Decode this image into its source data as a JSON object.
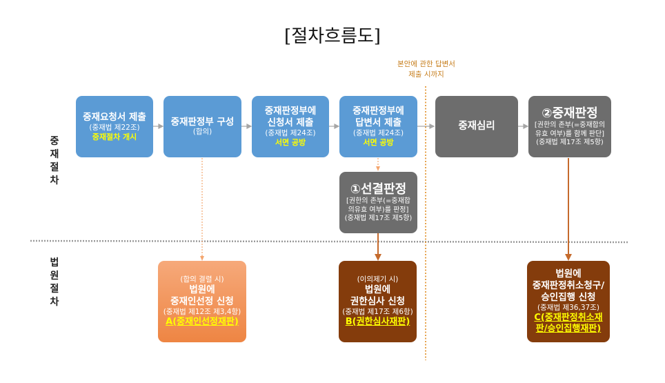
{
  "title": "[절차흐름도]",
  "side_labels": {
    "top": [
      "중",
      "재",
      "절",
      "차"
    ],
    "bottom": [
      "법",
      "원",
      "절",
      "차"
    ]
  },
  "note": [
    "본안에 관한 답변서",
    "제출 시까지"
  ],
  "boxes": {
    "request": {
      "title": "중재요청서 제출",
      "sub": "(중재법 제22조)",
      "yellow": "중재절차 개시"
    },
    "panel": {
      "title": "중재판정부 구성",
      "sub": "(합의)"
    },
    "app": {
      "line1": "중재판정부에",
      "line2": "신청서 제출",
      "sub": "(중재법 제24조)",
      "yellow": "서면 공방"
    },
    "answer": {
      "line1": "중재판정부에",
      "line2": "답변서 제출",
      "sub": "(중재법 제24조)",
      "yellow": "서면 공방"
    },
    "hearing": {
      "title": "중재심리"
    },
    "award": {
      "title": "②중재판정",
      "sub1": "[권한의 존부(=중재합의",
      "sub2": "유효 여부)를 함께 판단]",
      "sub3": "(중재법 제17조 제5항)"
    },
    "prelim": {
      "title": "①선결판정",
      "sub1": "[권한의 존부(=중재합",
      "sub2": "의유효 여부)를 판정]",
      "sub3": "(중재법 제17조 제5항)"
    },
    "courtA": {
      "pre": "(합의 결렬 시)",
      "line1": "법원에",
      "line2": "중재인선정 신청",
      "sub": "(중재법 제12조 제3,4항)",
      "link": "A(중재인선정재판)"
    },
    "courtB": {
      "pre": "(이의제기 시)",
      "line1": "법원에",
      "line2": "권한심사 신청",
      "sub": "(중재법 제17조 제6항)",
      "link": "B(권한심사재판)"
    },
    "courtC": {
      "line1": "법원에",
      "line2": "중재판정취소청구/",
      "line3": "승인집행 신청",
      "sub": "(중재법 제36,37조)",
      "link1": "C(중재판정취소재",
      "link2": "판/승인집행재판)"
    }
  }
}
